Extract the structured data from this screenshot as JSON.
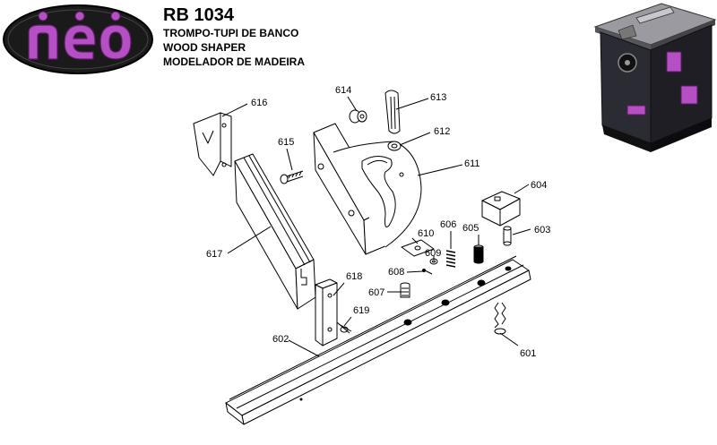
{
  "brand": {
    "logo_text": "neo"
  },
  "header": {
    "model": "RB 1034",
    "title_pt": "TROMPO-TUPI DE BANCO",
    "title_en": "WOOD SHAPER",
    "title_es": "MODELADOR DE MADEIRA"
  },
  "parts": {
    "p601": "601",
    "p602": "602",
    "p603": "603",
    "p604": "604",
    "p605": "605",
    "p606": "606",
    "p607": "607",
    "p608": "608",
    "p609": "609",
    "p610": "610",
    "p611": "611",
    "p612": "612",
    "p613": "613",
    "p614": "614",
    "p615": "615",
    "p616": "616",
    "p617": "617",
    "p618": "618",
    "p619": "619"
  },
  "colors": {
    "brand_purple": "#b54fc4",
    "machine_dark": "#2b2b33"
  }
}
